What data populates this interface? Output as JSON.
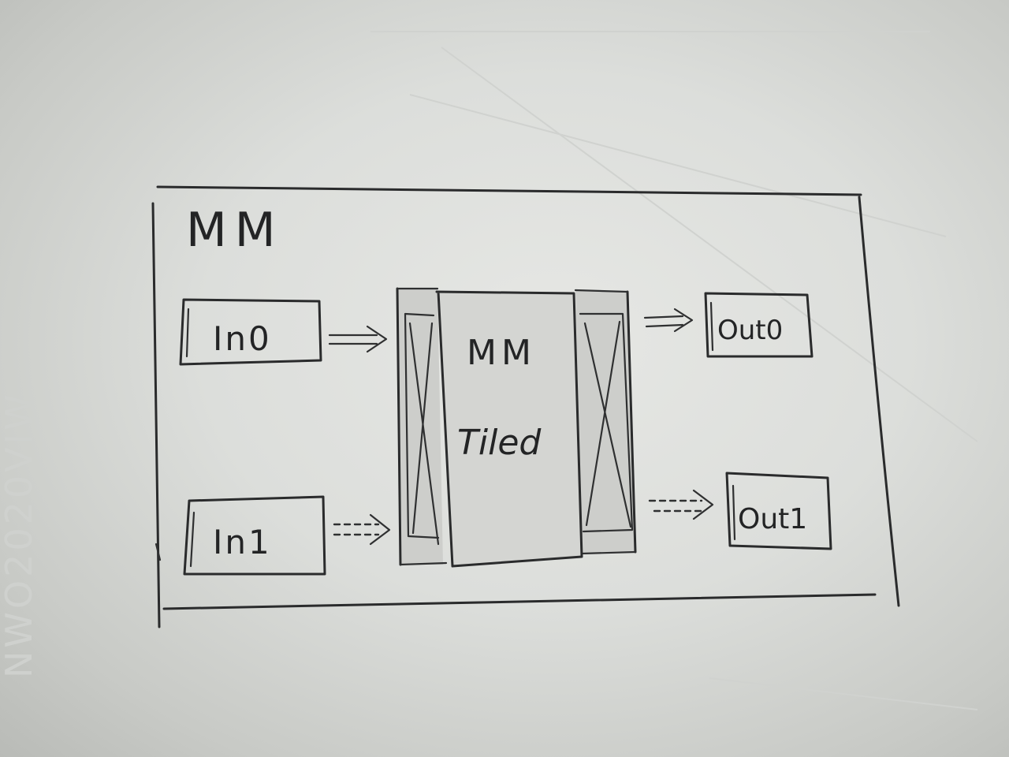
{
  "diagram": {
    "outer_label": "MM",
    "inputs": [
      {
        "label": "In0",
        "connector": "solid"
      },
      {
        "label": "In1",
        "connector": "dashed"
      }
    ],
    "core": {
      "line1": "MM",
      "line2": "Tiled"
    },
    "outputs": [
      {
        "label": "Out0",
        "connector": "solid"
      },
      {
        "label": "Out1",
        "connector": "dashed"
      }
    ]
  }
}
